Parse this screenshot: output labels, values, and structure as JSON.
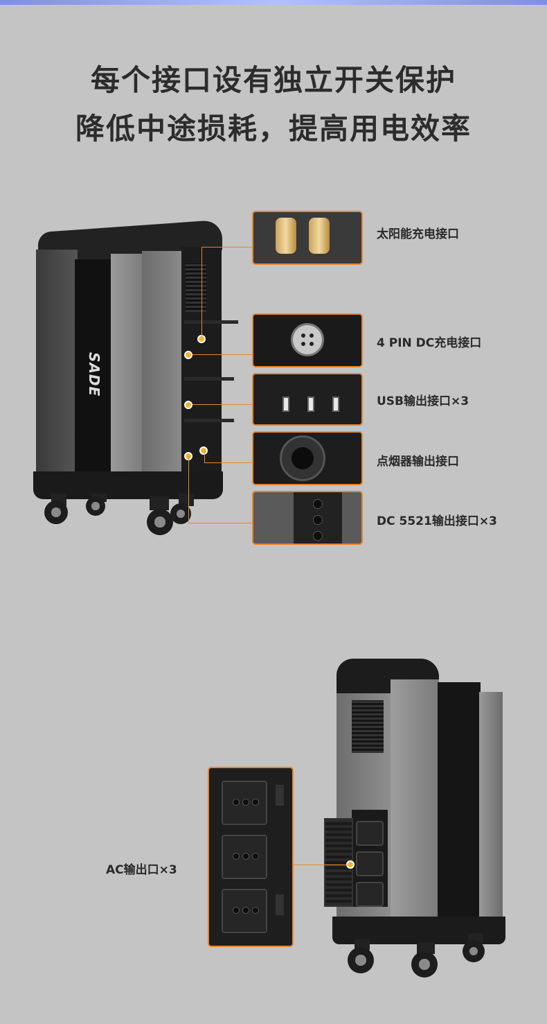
{
  "headline": {
    "line1": "每个接口设有独立开关保护",
    "line2": "降低中途损耗，提高用电效率"
  },
  "brand": {
    "logo_text": "SADE"
  },
  "ports": [
    {
      "label": "太阳能充电接口"
    },
    {
      "label": "4 PIN DC充电接口"
    },
    {
      "label": "USB输出接口×3"
    },
    {
      "label": "点烟器输出接口"
    },
    {
      "label": "DC 5521输出接口×3"
    }
  ],
  "ac": {
    "label": "AC输出口×3"
  },
  "colors": {
    "accent": "#e5862d",
    "dot": "#f6b233",
    "background": "#c4c4c4"
  }
}
